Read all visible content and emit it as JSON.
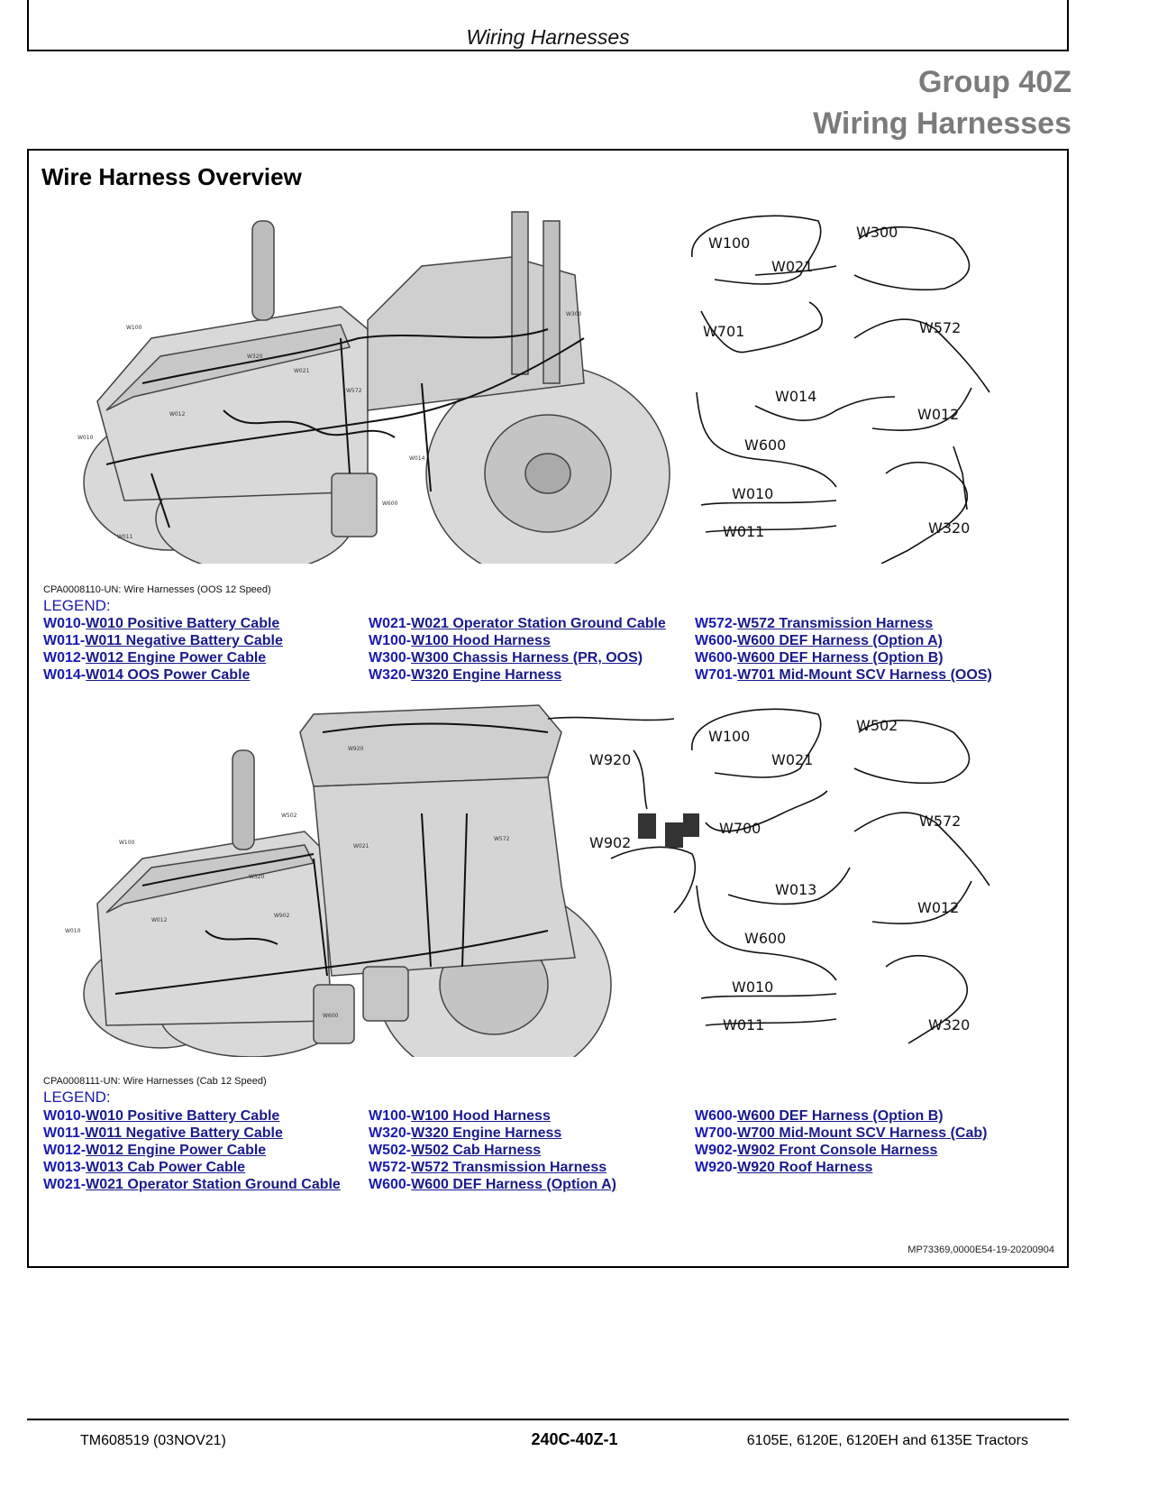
{
  "header": {
    "title": "Wiring Harnesses"
  },
  "group": {
    "line1": "Group 40Z",
    "line2": "Wiring Harnesses"
  },
  "section": {
    "title": "Wire Harness Overview"
  },
  "figure1": {
    "caption": "CPA0008110-UN: Wire Harnesses (OOS 12 Speed)",
    "legend_title": "LEGEND:",
    "harness_labels": [
      "W100",
      "W021",
      "W300",
      "W701",
      "W572",
      "W014",
      "W012",
      "W600",
      "W010",
      "W011",
      "W320"
    ],
    "callouts": [
      "W100",
      "W320",
      "W012",
      "W010",
      "W021",
      "W572",
      "W300",
      "W014",
      "W600",
      "W011"
    ],
    "legend": [
      [
        {
          "code": "W010-",
          "text": "W010 Positive Battery Cable"
        },
        {
          "code": "W011-",
          "text": "W011 Negative Battery Cable"
        },
        {
          "code": "W012-",
          "text": "W012 Engine Power Cable"
        },
        {
          "code": "W014-",
          "text": "W014 OOS Power Cable"
        }
      ],
      [
        {
          "code": "W021-",
          "text": "W021 Operator Station Ground Cable"
        },
        {
          "code": "W100-",
          "text": "W100 Hood Harness"
        },
        {
          "code": "W300-",
          "text": "W300 Chassis Harness (PR, OOS)"
        },
        {
          "code": "W320-",
          "text": "W320 Engine Harness"
        }
      ],
      [
        {
          "code": "W572-",
          "text": "W572 Transmission Harness"
        },
        {
          "code": "W600-",
          "text": "W600 DEF Harness (Option A)"
        },
        {
          "code": "W600-",
          "text": "W600 DEF Harness (Option B)"
        },
        {
          "code": "W701-",
          "text": "W701 Mid-Mount SCV Harness (OOS)"
        }
      ]
    ]
  },
  "figure2": {
    "caption": "CPA0008111-UN: Wire Harnesses (Cab 12 Speed)",
    "legend_title": "LEGEND:",
    "harness_labels": [
      "W920",
      "W100",
      "W021",
      "W502",
      "W902",
      "W700",
      "W572",
      "W013",
      "W012",
      "W600",
      "W010",
      "W011",
      "W320"
    ],
    "callouts": [
      "W100",
      "W320",
      "W012",
      "W010",
      "W502",
      "W920",
      "W021",
      "W572",
      "W600",
      "W902"
    ],
    "legend": [
      [
        {
          "code": "W010-",
          "text": "W010 Positive Battery Cable"
        },
        {
          "code": "W011-",
          "text": "W011 Negative Battery Cable"
        },
        {
          "code": "W012-",
          "text": "W012 Engine Power Cable"
        },
        {
          "code": "W013-",
          "text": "W013 Cab Power Cable"
        },
        {
          "code": "W021-",
          "text": "W021 Operator Station Ground Cable"
        }
      ],
      [
        {
          "code": "W100-",
          "text": "W100 Hood Harness"
        },
        {
          "code": "W320-",
          "text": "W320 Engine Harness"
        },
        {
          "code": "W502-",
          "text": "W502 Cab Harness"
        },
        {
          "code": "W572-",
          "text": "W572 Transmission Harness"
        },
        {
          "code": "W600-",
          "text": "W600 DEF Harness (Option A)"
        }
      ],
      [
        {
          "code": "W600-",
          "text": "W600 DEF Harness (Option B)"
        },
        {
          "code": "W700-",
          "text": "W700 Mid-Mount SCV Harness (Cab)"
        },
        {
          "code": "W902-",
          "text": "W902 Front Console Harness"
        },
        {
          "code": "W920-",
          "text": "W920 Roof Harness"
        }
      ]
    ]
  },
  "doc_ref": "MP73369,0000E54-19-20200904",
  "footer": {
    "left": "TM608519 (03NOV21)",
    "center": "240C-40Z-1",
    "right": "6105E, 6120E, 6120EH and 6135E Tractors"
  }
}
